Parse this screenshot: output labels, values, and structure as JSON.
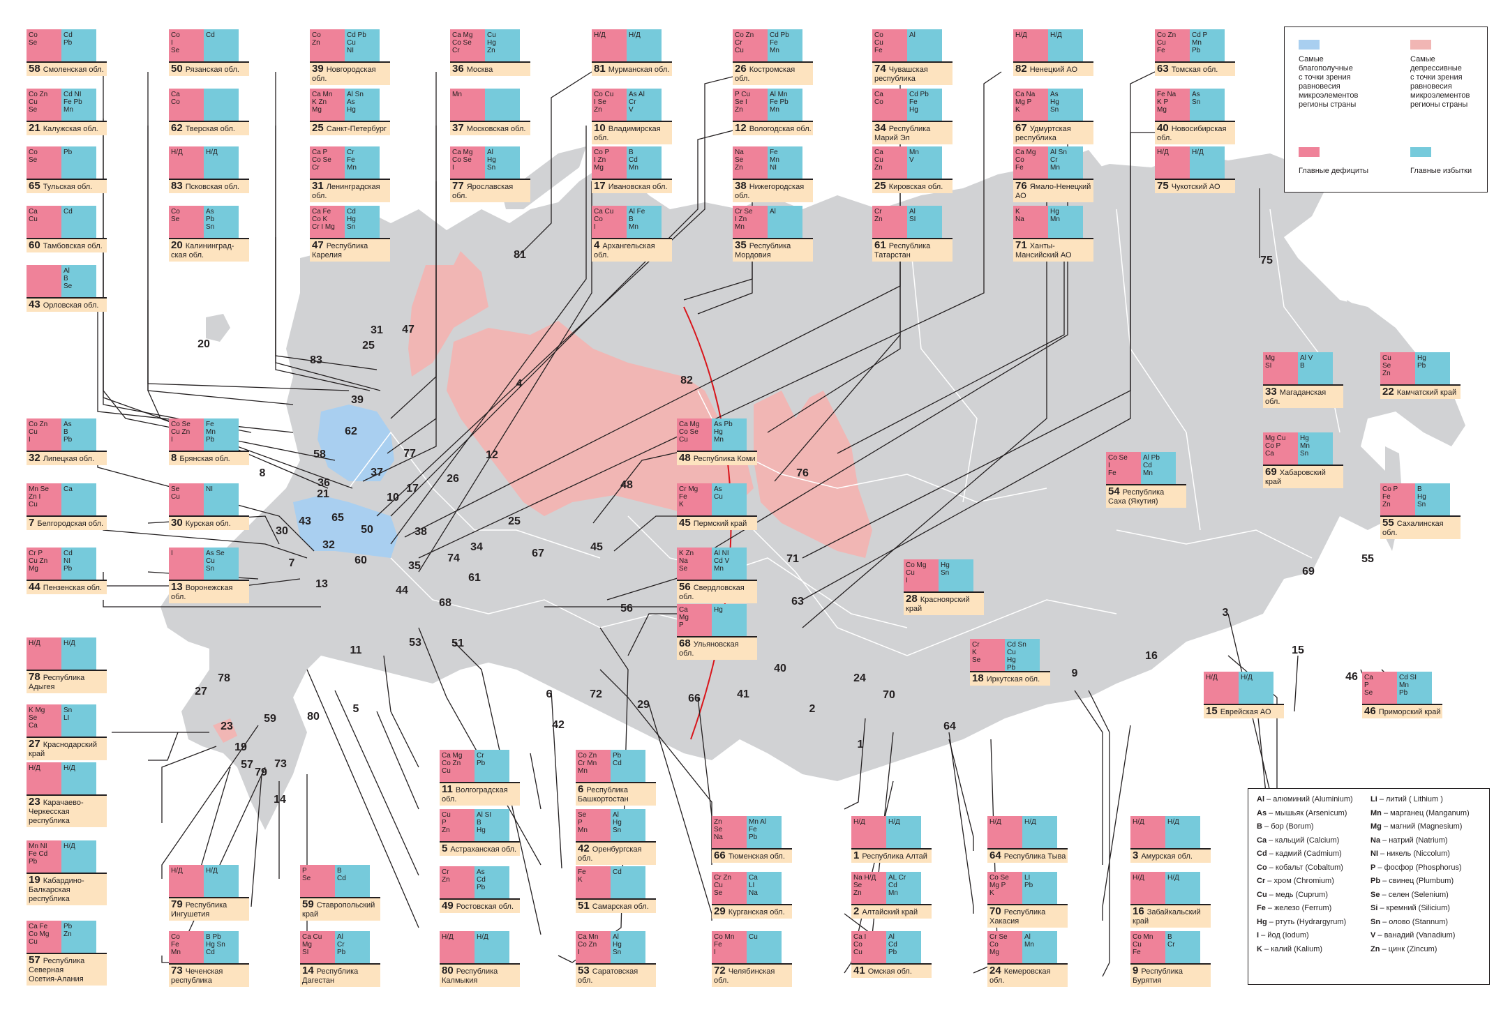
{
  "legend": {
    "blue_label": "Самые\nблагополучные\nс точки зрения\nравновесия\nмикроэлементов\nрегионы страны",
    "pink_label": "Самые\nдепрессивные\nс точки зрения\nравновесия\nмикроэлементов\nрегионы страны",
    "deficit_label": "Главные дефициты",
    "excess_label": "Главные избытки"
  },
  "colors": {
    "deficit": "#ef8299",
    "excess": "#76cadb",
    "label_bg": "#fde3bf",
    "map_grey": "#d1d2d4",
    "map_pink": "#f1b6b4",
    "map_blue": "#a9cff0",
    "meridian": "#d9151b"
  },
  "regions": [
    {
      "num": "58",
      "name": "Смоленская обл.",
      "def": "Co\nSe",
      "exc": "Cd\nPb"
    },
    {
      "num": "50",
      "name": "Рязанская обл.",
      "def": "Co\nI\nSe",
      "exc": "Cd"
    },
    {
      "num": "39",
      "name": "Новгородская обл.",
      "def": "Co\nZn",
      "exc": "Cd Pb\nCu\nNI"
    },
    {
      "num": "36",
      "name": "Москва",
      "def": "Ca Mg\nCo Se\nCr",
      "exc": "Cu\nHg\nZn"
    },
    {
      "num": "81",
      "name": "Мурманская обл.",
      "def": "Н/Д",
      "exc": "Н/Д"
    },
    {
      "num": "26",
      "name": "Костромская обл.",
      "def": "Co Zn\nCr\nCu",
      "exc": "Cd Pb\nFe\nMn"
    },
    {
      "num": "74",
      "name": "Чувашская республика",
      "def": "Co\nCu\nFe",
      "exc": "Al"
    },
    {
      "num": "82",
      "name": "Ненецкий АО",
      "def": "Н/Д",
      "exc": "Н/Д"
    },
    {
      "num": "63",
      "name": "Томская обл.",
      "def": "Co Zn\nCu\nFe",
      "exc": "Cd P\nMn\nPb"
    },
    {
      "num": "21",
      "name": "Калужская обл.",
      "def": "Co Zn\nCu\nSe",
      "exc": "Cd NI\nFe Pb\nMn"
    },
    {
      "num": "62",
      "name": "Тверская обл.",
      "def": "Ca\nCo",
      "exc": ""
    },
    {
      "num": "25",
      "name": "Санкт-Петербург",
      "def": "Ca Mn\nK Zn\nMg",
      "exc": "Al Sn\nAs\nHg"
    },
    {
      "num": "37",
      "name": "Московская обл.",
      "def": "Mn",
      "exc": ""
    },
    {
      "num": "10",
      "name": "Владимирская обл.",
      "def": "Co Cu\nI Se\nZn",
      "exc": "As Al\nCr\nV"
    },
    {
      "num": "12",
      "name": "Вологодская обл.",
      "def": "P Cu\nSe I\nZn",
      "exc": "Al Mn\nFe Pb\nMn"
    },
    {
      "num": "34",
      "name": "Республика Марий Эл",
      "def": "Ca\nCo",
      "exc": "Cd Pb\nFe\nHg"
    },
    {
      "num": "67",
      "name": "Удмуртская республика",
      "def": "Ca Na\nMg P\nK",
      "exc": "As\nHg\nSn"
    },
    {
      "num": "40",
      "name": "Новосибирская обл.",
      "def": "Fe Na\nK P\nMg",
      "exc": "As\nSn"
    },
    {
      "num": "65",
      "name": "Тульская обл.",
      "def": "Co\nSe",
      "exc": "Pb"
    },
    {
      "num": "83",
      "name": "Псковская обл.",
      "def": "Н/Д",
      "exc": "Н/Д"
    },
    {
      "num": "31",
      "name": "Ленинградская обл.",
      "def": "Ca P\nCo Se\nCr",
      "exc": "Cr\nFe\nMn"
    },
    {
      "num": "77",
      "name": "Ярославская обл.",
      "def": "Ca Mg\nCo Se\nI",
      "exc": "Al\nHg\nSn"
    },
    {
      "num": "17",
      "name": "Ивановская обл.",
      "def": "Co P\nI Zn\nMg",
      "exc": "B\nCd\nMn"
    },
    {
      "num": "38",
      "name": "Нижегородская обл.",
      "def": "Na\nSe\nZn",
      "exc": "Fe\nMn\nNI"
    },
    {
      "num": "25",
      "name": "Кировская обл.",
      "def": "Ca\nCu\nZn",
      "exc": "Mn\nV"
    },
    {
      "num": "76",
      "name": "Ямало-Ненецкий АО",
      "def": "Ca Mg\nCo\nFe",
      "exc": "Al Sn\nCr\nMn"
    },
    {
      "num": "75",
      "name": "Чукотский АО",
      "def": "Н/Д",
      "exc": "Н/Д"
    },
    {
      "num": "60",
      "name": "Тамбовская обл.",
      "def": "Ca\nCu",
      "exc": "Cd"
    },
    {
      "num": "20",
      "name": "Калининград-\nская обл.",
      "def": "Co\nSe",
      "exc": "As\nPb\nSn"
    },
    {
      "num": "47",
      "name": "Республика\nКарелия",
      "def": "Ca Fe\nCo K\nCr I Mg",
      "exc": "Cd\nHg\nSn"
    },
    {
      "num": "4",
      "name": "Архангельская обл.",
      "def": "Ca Cu\nCo\nI",
      "exc": "Al Fe\nB\nMn"
    },
    {
      "num": "35",
      "name": "Республика\nМордовия",
      "def": "Cr Se\nI Zn\nMn",
      "exc": "Al"
    },
    {
      "num": "61",
      "name": "Республика\nТатарстан",
      "def": "Cr\nZn",
      "exc": "Al\nSI"
    },
    {
      "num": "71",
      "name": "Ханты-Мансийский АО",
      "def": "K\nNa",
      "exc": "Hg\nMn"
    },
    {
      "num": "43",
      "name": "Орловская обл.",
      "def": "",
      "exc": "Al\nB\nSe"
    },
    {
      "num": "32",
      "name": "Липецкая обл.",
      "def": "Co Zn\nCu\nI",
      "exc": "As\nB\nPb"
    },
    {
      "num": "8",
      "name": "Брянская обл.",
      "def": "Co Se\nCu Zn\nI",
      "exc": "Fe\nMn\nPb"
    },
    {
      "num": "48",
      "name": "Республика Коми",
      "def": "Ca Mg\nCo Se\nCu",
      "exc": "As Pb\nHg\nMn"
    },
    {
      "num": "33",
      "name": "Магаданская обл.",
      "def": "Mg\nSI",
      "exc": "Al V\nB"
    },
    {
      "num": "22",
      "name": "Камчатский край",
      "def": "Cu\nSe\nZn",
      "exc": "Hg\nPb"
    },
    {
      "num": "7",
      "name": "Белгородская обл.",
      "def": "Mn Se\nZn I\nCu",
      "exc": "Ca"
    },
    {
      "num": "30",
      "name": "Курская обл.",
      "def": "Se\nCu",
      "exc": "NI"
    },
    {
      "num": "45",
      "name": "Пермский край",
      "def": "Cr Mg\nFe\nK",
      "exc": "As\nCu"
    },
    {
      "num": "54",
      "name": "Республика\nСаха (Якутия)",
      "def": "Co Se\nI\nFe",
      "exc": "Al Pb\nCd\nMn"
    },
    {
      "num": "69",
      "name": "Хабаровский край",
      "def": "Mg Cu\nCo P\nCa",
      "exc": "Hg\nMn\nSn"
    },
    {
      "num": "44",
      "name": "Пензенская обл.",
      "def": "Cr P\nCu Zn\nMg",
      "exc": "Cd\nNI\nPb"
    },
    {
      "num": "13",
      "name": "Воронежская обл.",
      "def": "I",
      "exc": "As Se\nCu\nSn"
    },
    {
      "num": "56",
      "name": "Свердловская обл.",
      "def": "K Zn\nNa\nSe",
      "exc": "Al NI\nCd V\nMn"
    },
    {
      "num": "55",
      "name": "Сахалинская обл.",
      "def": "Co P\nFe\nZn",
      "exc": "B\nHg\nSn"
    },
    {
      "num": "28",
      "name": "Красноярский край",
      "def": "Co Mg\nCu\nI",
      "exc": "Hg\nSn"
    },
    {
      "num": "68",
      "name": "Ульяновская обл.",
      "def": "Ca\nMg\nP",
      "exc": "Hg"
    },
    {
      "num": "18",
      "name": "Иркутская обл.",
      "def": "Cr\nK\nSe",
      "exc": "Cd Sn\nCu\nHg\nPb"
    },
    {
      "num": "78",
      "name": "Республика\nАдыгея",
      "def": "Н/Д",
      "exc": "Н/Д"
    },
    {
      "num": "15",
      "name": "Еврейская АО",
      "def": "Н/Д",
      "exc": "Н/Д"
    },
    {
      "num": "46",
      "name": "Приморский край",
      "def": "Ca\nP\nSe",
      "exc": "Cd SI\nMn\nPb"
    },
    {
      "num": "27",
      "name": "Краснодарский край",
      "def": "K Mg\nSe\nCa",
      "exc": "Sn\nLI"
    },
    {
      "num": "11",
      "name": "Волгоградская обл.",
      "def": "Ca Mg\nCo Zn\nCu",
      "exc": "Cr\nPb"
    },
    {
      "num": "6",
      "name": "Республика\nБашкортостан",
      "def": "Co Zn\nCr Mn\nMn",
      "exc": "Pb\nCd"
    },
    {
      "num": "23",
      "name": "Карачаево-\nЧеркесская\nреспублика",
      "def": "Н/Д",
      "exc": "Н/Д"
    },
    {
      "num": "5",
      "name": "Астраханская обл.",
      "def": "Cu\nP\nZn",
      "exc": "Al SI\nB\nHg"
    },
    {
      "num": "42",
      "name": "Оренбургская обл.",
      "def": "Se\nP\nMn",
      "exc": "Al\nHg\nSn"
    },
    {
      "num": "66",
      "name": "Тюменская обл.",
      "def": "Zn\nSe\nNa",
      "exc": "Mn Al\nFe\nPb"
    },
    {
      "num": "1",
      "name": "Республика Алтай",
      "def": "Н/Д",
      "exc": "Н/Д"
    },
    {
      "num": "64",
      "name": "Республика Тыва",
      "def": "Н/Д",
      "exc": "Н/Д"
    },
    {
      "num": "3",
      "name": "Амурская обл.",
      "def": "Н/Д",
      "exc": "Н/Д"
    },
    {
      "num": "19",
      "name": "Кабардино-\nБалкарская\nреспублика",
      "def": "Mn NI\nFe Cd\nPb",
      "exc": "Н/Д"
    },
    {
      "num": "79",
      "name": "Республика\nИнгушетия",
      "def": "Н/Д",
      "exc": "Н/Д"
    },
    {
      "num": "59",
      "name": "Ставропольский\nкрай",
      "def": "P\nSe",
      "exc": "B\nCd"
    },
    {
      "num": "49",
      "name": "Ростовская обл.",
      "def": "Cr\nZn",
      "exc": "As\nCd\nPb"
    },
    {
      "num": "51",
      "name": "Самарская обл.",
      "def": "Fe\nK",
      "exc": "Cd"
    },
    {
      "num": "29",
      "name": "Курганская обл.",
      "def": "Cr Zn\nCu\nSe",
      "exc": "Ca\nLI\nNa"
    },
    {
      "num": "2",
      "name": "Алтайский край",
      "def": "Na Н/Д\nSe\nZn",
      "exc": "AL Cr\nCd\nMn"
    },
    {
      "num": "70",
      "name": "Республика Хакасия",
      "def": "Co Se\nMg P\nK",
      "exc": "LI\nPb"
    },
    {
      "num": "16",
      "name": "Забайкальский край",
      "def": "Н/Д",
      "exc": "Н/Д"
    },
    {
      "num": "57",
      "name": "Республика\nСеверная\nОсетия-Алания",
      "def": "Ca Fe\nCo Mg\nCu",
      "exc": "Pb\nZn"
    },
    {
      "num": "73",
      "name": "Чеченская\nреспублика",
      "def": "Co\nFe\nMn",
      "exc": "B Pb\nHg Sn\nCd"
    },
    {
      "num": "14",
      "name": "Республика\nДагестан",
      "def": "Ca Cu\nMg\nSI",
      "exc": "Al\nCr\nPb"
    },
    {
      "num": "80",
      "name": "Республика\nКалмыкия",
      "def": "Н/Д",
      "exc": "Н/Д"
    },
    {
      "num": "53",
      "name": "Саратовская обл.",
      "def": "Ca Mn\nCo Zn\nI",
      "exc": "Al\nHg\nSn"
    },
    {
      "num": "72",
      "name": "Челябинская обл.",
      "def": "Co Mn\nFe\nI",
      "exc": "Cu"
    },
    {
      "num": "41",
      "name": "Омская обл.",
      "def": "Ca I\nCo\nCu",
      "exc": "Al\nCd\nPb"
    },
    {
      "num": "24",
      "name": "Кемеровская обл.",
      "def": "Cr Se\nCo\nMg",
      "exc": "Al\nMn"
    },
    {
      "num": "9",
      "name": "Республика Бурятия",
      "def": "Co Mn\nCu\nFe",
      "exc": "B\nCr"
    }
  ],
  "map_numbers": [
    "81",
    "75",
    "20",
    "31",
    "25",
    "47",
    "83",
    "39",
    "62",
    "37",
    "36",
    "58",
    "21",
    "43",
    "65",
    "50",
    "32",
    "8",
    "30",
    "7",
    "60",
    "13",
    "44",
    "77",
    "10",
    "17",
    "26",
    "12",
    "38",
    "4",
    "82",
    "35",
    "34",
    "25",
    "67",
    "74",
    "61",
    "48",
    "45",
    "56",
    "68",
    "76",
    "71",
    "63",
    "40",
    "6",
    "72",
    "29",
    "66",
    "41",
    "2",
    "24",
    "70",
    "64",
    "1",
    "9",
    "16",
    "3",
    "15",
    "46",
    "55",
    "69",
    "11",
    "53",
    "51",
    "5",
    "80",
    "59",
    "42",
    "78",
    "27",
    "23",
    "19",
    "57",
    "79",
    "73",
    "14"
  ],
  "elements": [
    [
      "Al",
      "алюминий (Aluminium)"
    ],
    [
      "As",
      "мышьяк (Arsenicum)"
    ],
    [
      "B",
      "бор (Borum)"
    ],
    [
      "Ca",
      "кальций (Calcium)"
    ],
    [
      "Cd",
      "кадмий (Cadmium)"
    ],
    [
      "Co",
      "кобальт (Cobaltum)"
    ],
    [
      "Cr",
      "хром (Chromium)"
    ],
    [
      "Cu",
      "медь (Cuprum)"
    ],
    [
      "Fe",
      "железо (Ferrum)"
    ],
    [
      "Hg",
      "ртуть (Hydrargyrum)"
    ],
    [
      "I",
      "йод (Iodum)"
    ],
    [
      "K",
      "калий (Kalium)"
    ],
    [
      "Li",
      "литий ( Lithium )"
    ],
    [
      "Mn",
      "марганец (Manganum)"
    ],
    [
      "Mg",
      "магний (Magnesium)"
    ],
    [
      "Na",
      "натрий (Natrium)"
    ],
    [
      "NI",
      "никель (Niccolum)"
    ],
    [
      "P",
      "фосфор (Phosphorus)"
    ],
    [
      "Pb",
      "свинец (Plumbum)"
    ],
    [
      "Se",
      "селен (Selenium)"
    ],
    [
      "Si",
      "кремний (Silicium)"
    ],
    [
      "Sn",
      "олово (Stannum)"
    ],
    [
      "V",
      "ванадий (Vanadium)"
    ],
    [
      "Zn",
      "цинк (Zincum)"
    ]
  ]
}
